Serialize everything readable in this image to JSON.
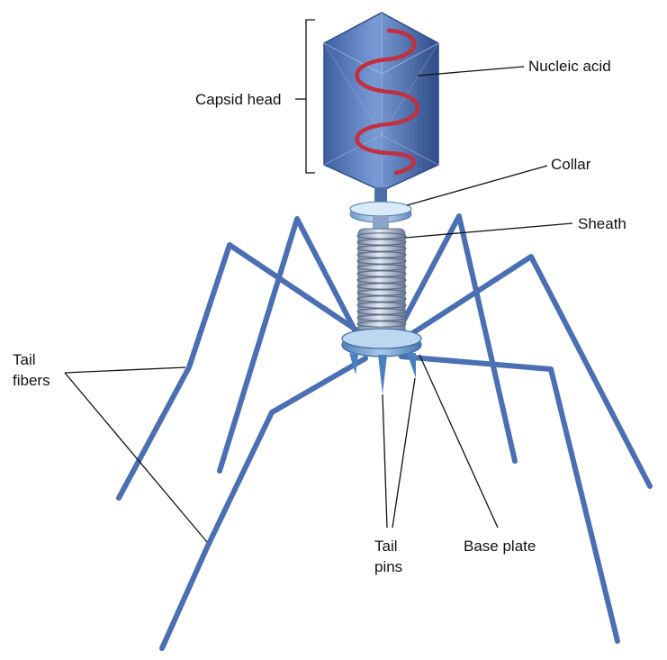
{
  "labels": {
    "capsid_head": "Capsid head",
    "nucleic_acid": "Nucleic acid",
    "collar": "Collar",
    "sheath": "Sheath",
    "tail_fibers_line1": "Tail",
    "tail_fibers_line2": "fibers",
    "tail_pins_line1": "Tail",
    "tail_pins_line2": "pins",
    "base_plate": "Base plate"
  },
  "colors": {
    "capsid": "#4f78bd",
    "capsid_dark": "#2f4f8f",
    "nucleic_acid": "#c0303f",
    "sheath": "#9fb0c8",
    "fiber": "#4a6fb3",
    "text": "#111111"
  }
}
